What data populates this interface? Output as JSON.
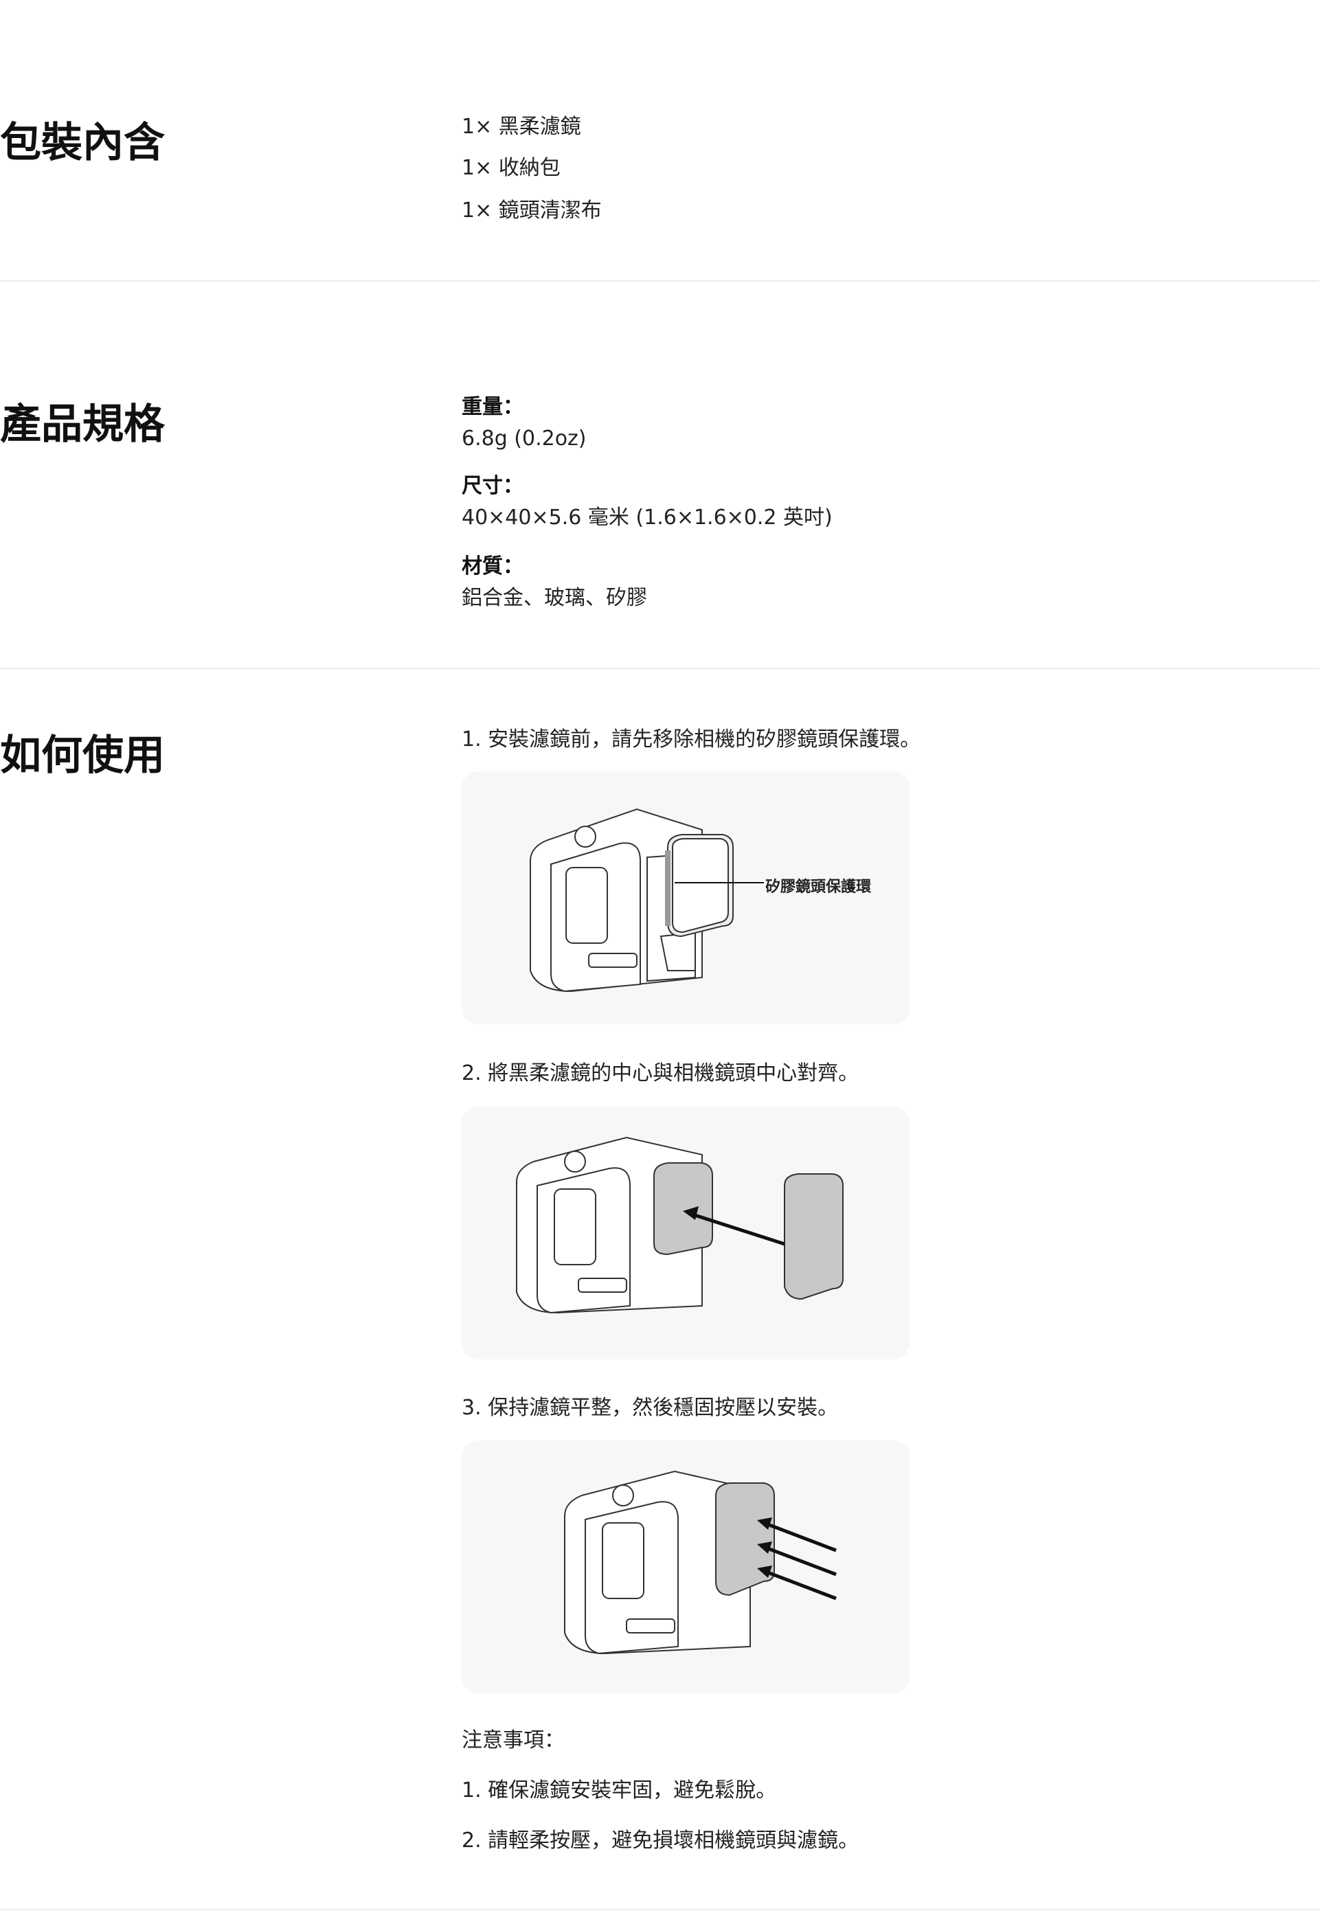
{
  "package": {
    "title": "包裝內含",
    "items": [
      "1× 黑柔濾鏡",
      "1× 收納包",
      "1× 鏡頭清潔布"
    ]
  },
  "specs": {
    "title": "產品規格",
    "weight_label": "重量：",
    "weight_value": "6.8g (0.2oz)",
    "size_label": "尺寸：",
    "size_value": "40×40×5.6 毫米 (1.6×1.6×0.2 英吋)",
    "material_label": "材質：",
    "material_value": "鋁合金、玻璃、矽膠"
  },
  "usage": {
    "title": "如何使用",
    "steps": [
      "1. 安裝濾鏡前，請先移除相機的矽膠鏡頭保護環。",
      "2. 將黑柔濾鏡的中心與相機鏡頭中心對齊。",
      "3. 保持濾鏡平整，然後穩固按壓以安裝。"
    ],
    "figure1_callout": "矽膠鏡頭保護環",
    "notes_title": "注意事項：",
    "notes": [
      "1. 確保濾鏡安裝牢固，避免鬆脫。",
      "2. 請輕柔按壓，避免損壞相機鏡頭與濾鏡。"
    ]
  },
  "colors": {
    "figure_bg": "#f6f7f9",
    "filter_gray": "#c8c8cb",
    "divider": "#ececec"
  }
}
